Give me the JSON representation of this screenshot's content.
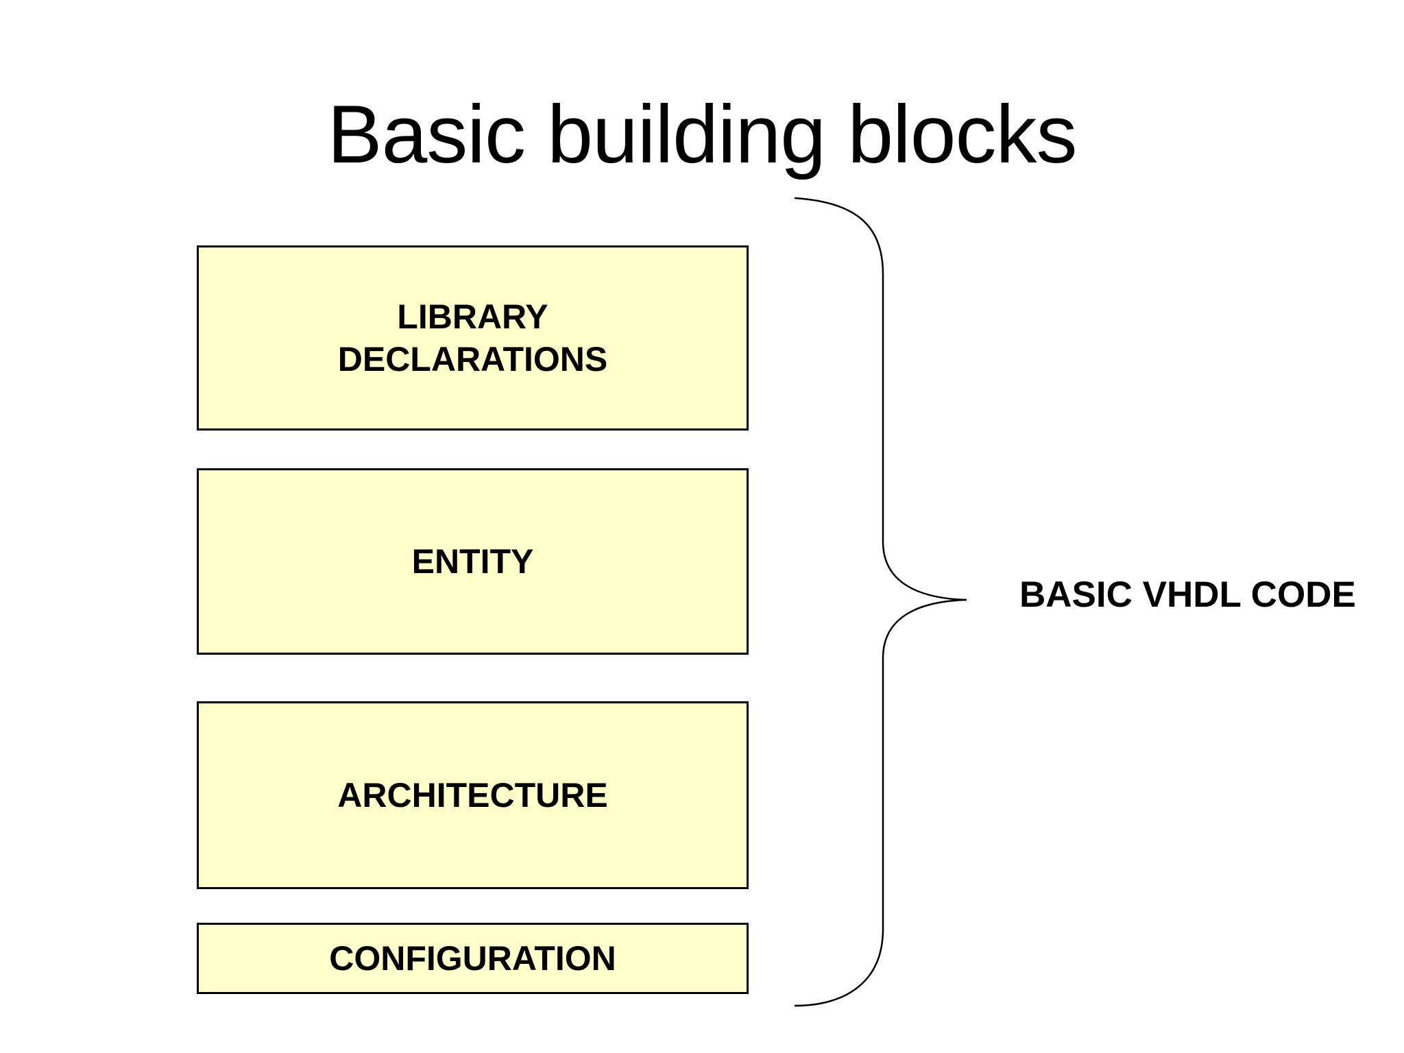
{
  "slide": {
    "title": "Basic building blocks",
    "blocks": [
      {
        "label": "LIBRARY\nDECLARATIONS"
      },
      {
        "label": "ENTITY"
      },
      {
        "label": "ARCHITECTURE"
      },
      {
        "label": "CONFIGURATION"
      }
    ],
    "brace": {
      "label": "BASIC VHDL CODE"
    },
    "colors": {
      "background": "#FFFFFF",
      "block_fill": "#FFFFCC",
      "block_border": "#000000",
      "text": "#000000",
      "brace_stroke": "#000000"
    }
  }
}
